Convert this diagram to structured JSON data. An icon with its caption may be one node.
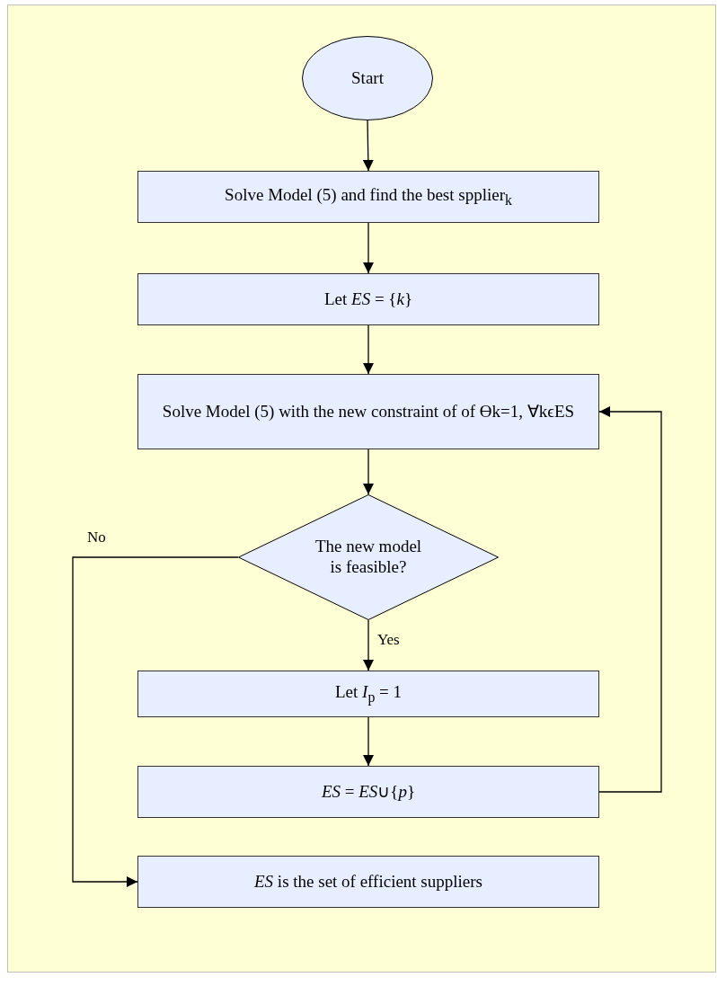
{
  "diagram": {
    "nodes": [
      {
        "text": [
          "Start"
        ]
      },
      {
        "text": [
          "Solve Model (5) and find the best spplier$_{k}$"
        ]
      },
      {
        "text": [
          "Let *ES* = {*k*}"
        ]
      },
      {
        "text": [
          "Solve Model (5) with the new constraint of of Ɵk=1, ∀kϵES"
        ]
      },
      {
        "text": [
          "The new model is feasible?"
        ]
      },
      {
        "text": [
          "Let *I*$_{p}$ = 1"
        ]
      },
      {
        "text": [
          "*ES* = *ES*∪{*p*}"
        ]
      },
      {
        "text": [
          "*ES* is the set of efficient suppliers"
        ]
      }
    ],
    "edges": [
      {
        "from": 0,
        "to": 1,
        "arrow": "to"
      },
      {
        "from": 1,
        "to": 2,
        "arrow": "to"
      },
      {
        "from": 2,
        "to": 3,
        "arrow": "to"
      },
      {
        "from": 3,
        "to": 4,
        "arrow": "to"
      },
      {
        "from": 4,
        "to": 5,
        "arrow": "to",
        "label": "Yes"
      },
      {
        "from": 5,
        "to": 6,
        "arrow": "to"
      },
      {
        "from": 6,
        "to": 3,
        "arrow": "to"
      },
      {
        "from": 4,
        "to": 7,
        "arrow": "to",
        "label": "No"
      }
    ]
  }
}
